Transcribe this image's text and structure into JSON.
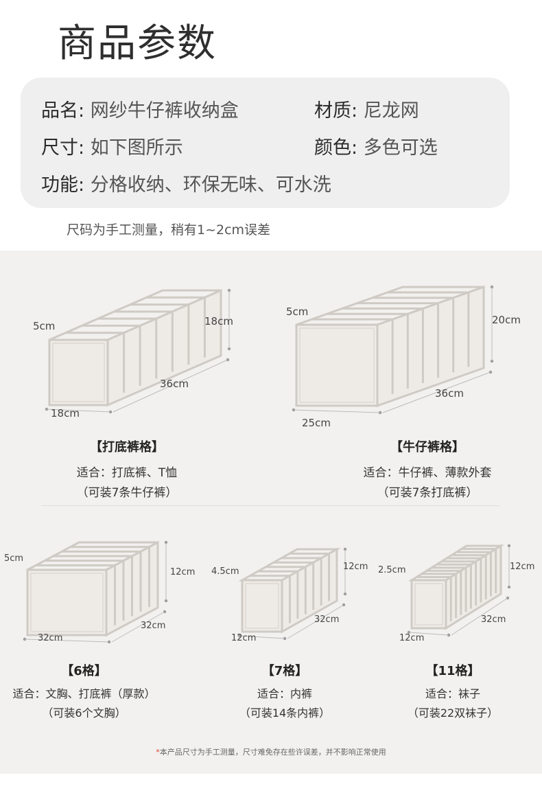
{
  "heading": "商品参数",
  "params": {
    "name_label": "品名:",
    "name_value": "网纱牛仔裤收纳盒",
    "material_label": "材质:",
    "material_value": "尼龙网",
    "size_label": "尺寸:",
    "size_value": "如下图所示",
    "color_label": "颜色:",
    "color_value": "多色可选",
    "function_label": "功能:",
    "function_value": "分格收纳、环保无味、可水洗"
  },
  "measure_note": "尺码为手工测量，稍有1~2cm误差",
  "products": [
    {
      "title": "【打底裤格】",
      "lines": [
        "适合：打底裤、T恤",
        "（可装7条牛仔裤）"
      ],
      "dims": {
        "slot": "5cm",
        "height": "18cm",
        "length": "36cm",
        "width": "18cm"
      }
    },
    {
      "title": "【牛仔裤格】",
      "lines": [
        "适合：牛仔裤、薄款外套",
        "（可装7条打底裤）"
      ],
      "dims": {
        "slot": "5cm",
        "height": "20cm",
        "length": "36cm",
        "width": "25cm"
      }
    },
    {
      "title": "【6格】",
      "lines": [
        "适合：文胸、打底裤（厚款）",
        "（可装6个文胸）"
      ],
      "dims": {
        "slot": "5cm",
        "height": "12cm",
        "length": "32cm",
        "width": "32cm"
      }
    },
    {
      "title": "【7格】",
      "lines": [
        "适合：内裤",
        "（可装14条内裤）"
      ],
      "dims": {
        "slot": "4.5cm",
        "height": "12cm",
        "length": "32cm",
        "width": "12cm"
      }
    },
    {
      "title": "【11格】",
      "lines": [
        "适合：袜子",
        "（可装22双袜子）"
      ],
      "dims": {
        "slot": "2.5cm",
        "height": "12cm",
        "length": "32cm",
        "width": "12cm"
      }
    }
  ],
  "footnote_star": "*",
  "footnote": "本产品尺寸为手工测量，尺寸难免存在些许误差，并不影响正常使用",
  "colors": {
    "panel_bg": "#f2f1ef",
    "params_bg": "#efefef",
    "box_line": "#cfcac4",
    "box_fill": "#eeebe7",
    "star": "#e23b2e"
  }
}
